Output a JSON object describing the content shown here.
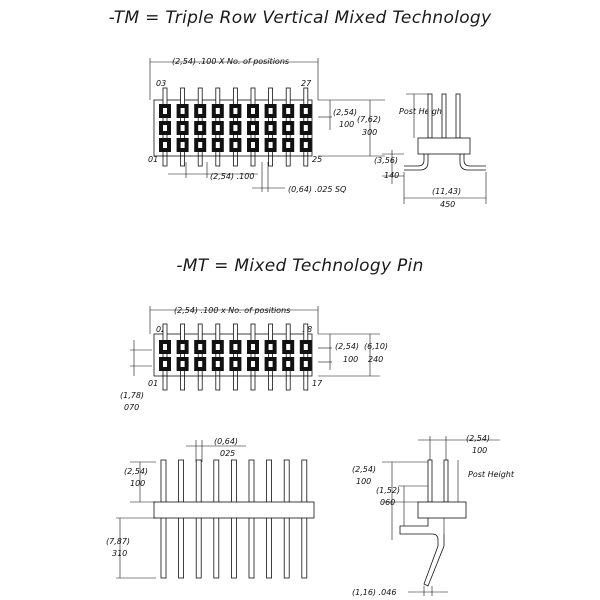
{
  "titles": {
    "tm": "-TM = Triple Row Vertical Mixed Technology",
    "mt": "-MT = Mixed Technology Pin"
  },
  "tm_top_view": {
    "pitch_label": "(2,54) .100 X No. of positions",
    "first_top": "03",
    "last_top": "27",
    "first_bottom": "01",
    "last_bottom": "25",
    "dim_a_mm": "(2,54)",
    "dim_a_in": "100",
    "dim_b_mm": "(7,62)",
    "dim_b_in": "300",
    "bottom_pitch": "(2,54) .100",
    "square_post": "(0,64) .025 SQ"
  },
  "tm_side_view": {
    "post_height": "Post Height",
    "dim_c_mm": "(3,56)",
    "dim_c_in": "140",
    "dim_d_mm": "(11,43)",
    "dim_d_in": "450"
  },
  "mt_top_view": {
    "pitch_label": "(2,54) .100 x No. of positions",
    "first_top": "02",
    "last_top": "18",
    "first_bottom": "01",
    "last_bottom": "17",
    "dim_a_mm": "(2,54)",
    "dim_a_in": "100",
    "dim_b_mm": "(6,10)",
    "dim_b_in": "240",
    "dim_c_mm": "(1,78)",
    "dim_c_in": "070"
  },
  "mt_front_view": {
    "dim_pin_mm": "(0,64)",
    "dim_pin_in": "025",
    "dim_pitch_mm": "(2,54)",
    "dim_pitch_in": "100",
    "dim_len_mm": "(7,87)",
    "dim_len_in": "310"
  },
  "mt_side_view": {
    "dim_top_mm": "(2,54)",
    "dim_top_in": "100",
    "post_height": "Post Height",
    "dim_left_mm": "(2,54)",
    "dim_left_in": "100",
    "dim_mid_mm": "(1,52)",
    "dim_mid_in": "060",
    "dim_bottom": "(1,16) .046"
  }
}
